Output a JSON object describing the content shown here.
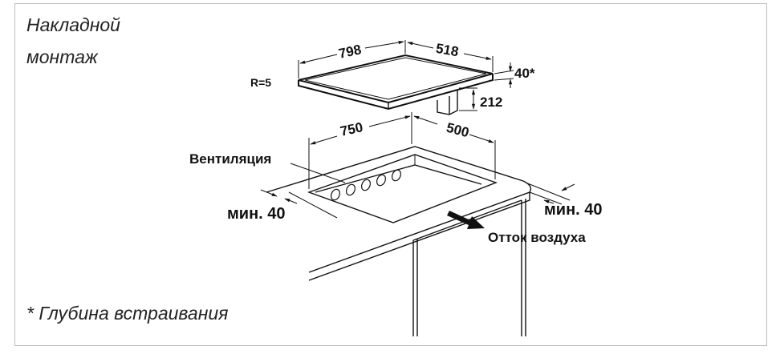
{
  "title_line1": "Накладной",
  "title_line2": "монтаж",
  "footnote": "* Глубина встраивания",
  "labels": {
    "radius": "R=5",
    "hob_width": "798",
    "hob_depth": "518",
    "hob_height": "40*",
    "box_height": "212",
    "cutout_width": "750",
    "cutout_depth": "500",
    "ventilation": "Вентиляция",
    "min_left": "мин. 40",
    "min_right": "мин. 40",
    "air_outflow": "Отток воздуха"
  }
}
